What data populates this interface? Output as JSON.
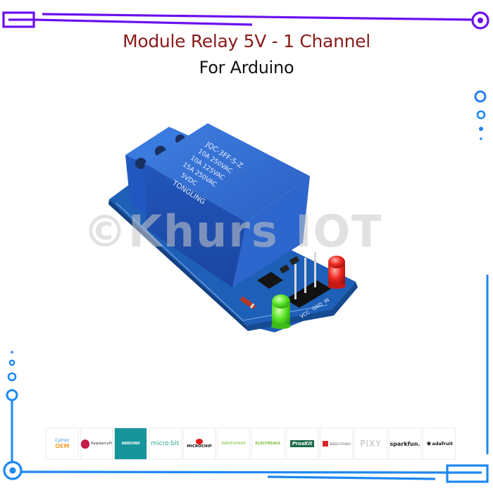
{
  "title": {
    "main": "Module Relay 5V - 1 Channel",
    "sub": "For Arduino"
  },
  "watermark": "©Khurs IOT",
  "product": {
    "relay_labels": [
      "JQC-3FF-S-Z",
      "10A 250VAC",
      "10A 125VAC",
      "15A 250VAC",
      "5VDC",
      "TONGLING"
    ],
    "pin_labels": [
      "VCC",
      "GND",
      "IN"
    ],
    "leds": [
      "green",
      "red"
    ]
  },
  "logos": [
    {
      "name": "Cytron OEM",
      "label": "OEM",
      "sublabel": "Cytron"
    },
    {
      "name": "Raspberry Pi",
      "label": "RaspberryPi"
    },
    {
      "name": "Arduino Genuino",
      "label": "ARDUINO"
    },
    {
      "name": "micro:bit",
      "label": "micro:bit"
    },
    {
      "name": "Microchip",
      "label": "MICROCHIP"
    },
    {
      "name": "Waveshare",
      "label": "WAVESHARE"
    },
    {
      "name": "Elecfreaks",
      "label": "ELECFREAKS"
    },
    {
      "name": "ProsKit",
      "label": "ProsKit"
    },
    {
      "name": "Seeed Studio",
      "label": "SEEED STUDIO"
    },
    {
      "name": "Pixy",
      "label": "PIXY"
    },
    {
      "name": "SparkFun",
      "label": "sparkfun."
    },
    {
      "name": "Adafruit",
      "label": "adafruit"
    }
  ],
  "colors": {
    "frame_purple": "#6a11f0",
    "frame_blue": "#1e88f0",
    "title_red": "#8b1a1a",
    "relay_blue": "#2a63c7",
    "pcb_blue": "#1a5ab0"
  }
}
